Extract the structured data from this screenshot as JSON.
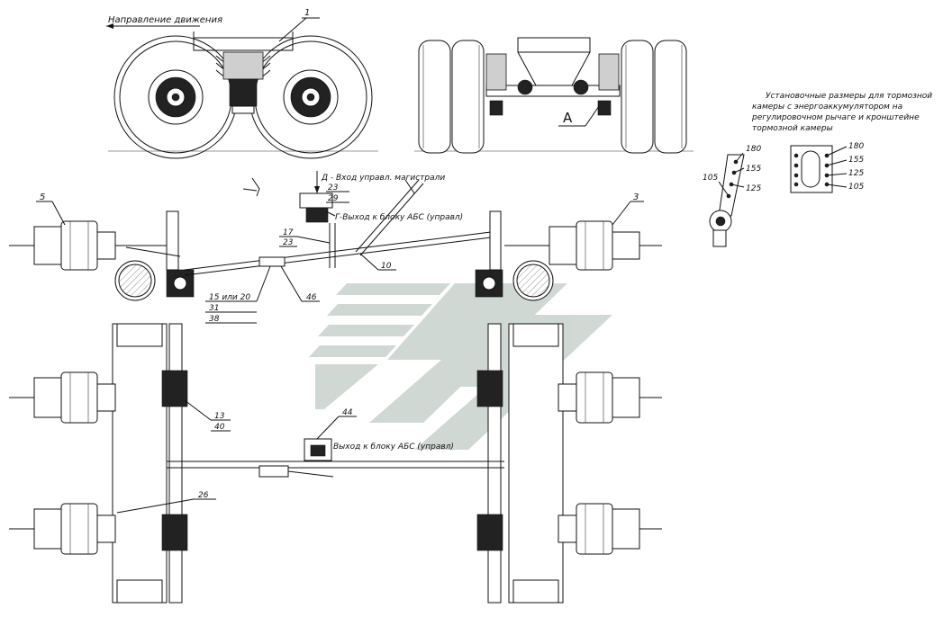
{
  "title_direction": "Направление движения",
  "view_label": "A",
  "note": {
    "line1": "Установочные размеры для тормозной",
    "line2": "камеры с энергоаккумулятором на",
    "line3": "регулировочном рычаге и кронштейне",
    "line4": "тормозной камеры"
  },
  "lever_dims": [
    "180",
    "155",
    "125",
    "105"
  ],
  "bracket_dims": [
    "180",
    "155",
    "125",
    "105"
  ],
  "labels": {
    "inlet": "Д - Вход управл. магистрали",
    "abs_outlet": "Г-Выход к блоку АБС (управл)",
    "abs_outlet2": "Выход к блоку АБС (управл)"
  },
  "callouts": {
    "p1": "1",
    "p3": "3",
    "p5": "5",
    "p10": "10",
    "p13": "13",
    "p17": "17",
    "p23a": "23",
    "p23b": "23",
    "p26": "26",
    "p29": "29",
    "p31": "31",
    "p38": "38",
    "p40": "40",
    "p44": "44",
    "p46": "46",
    "p15_20": "15 или 20"
  },
  "colors": {
    "line": "#111111",
    "watermark": "#c8d2cc",
    "hatch": "#888888"
  }
}
